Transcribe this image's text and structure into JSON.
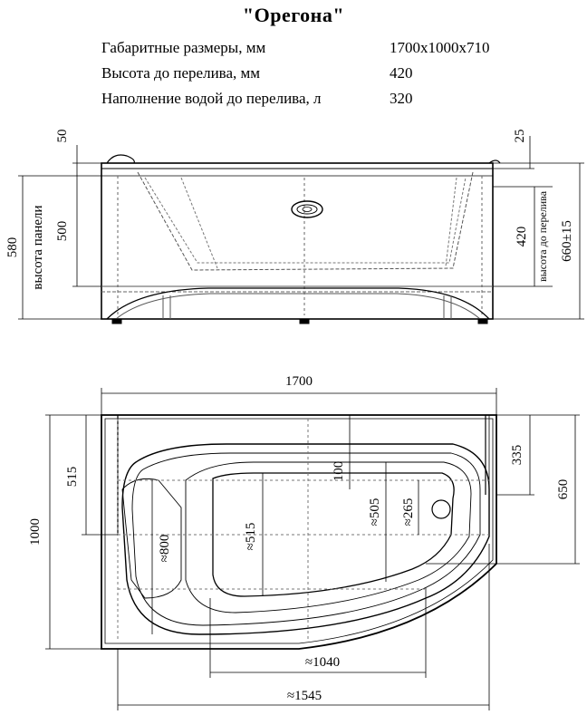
{
  "title": "\"Орегона\"",
  "specs": [
    {
      "label": "Габаритные размеры, мм",
      "value": "1700х1000х710"
    },
    {
      "label": "Высота до перелива, мм",
      "value": "420"
    },
    {
      "label": "Наполнение водой до перелива, л",
      "value": "320"
    }
  ],
  "side_view": {
    "dim_50": "50",
    "dim_25": "25",
    "dim_500": "500",
    "dim_580": "580",
    "panel_height_label": "высота панели",
    "dim_420": "420",
    "overflow_height_label": "высота до перелива",
    "dim_660": "660±15"
  },
  "top_view": {
    "dim_1700": "1700",
    "dim_1000": "1000",
    "dim_515_left": "515",
    "dim_335": "335",
    "dim_650": "650",
    "dim_100": "100",
    "dim_800": "≈800",
    "dim_515_inner": "≈515",
    "dim_505": "≈505",
    "dim_265": "≈265",
    "dim_1040": "≈1040",
    "dim_1545": "≈1545"
  }
}
